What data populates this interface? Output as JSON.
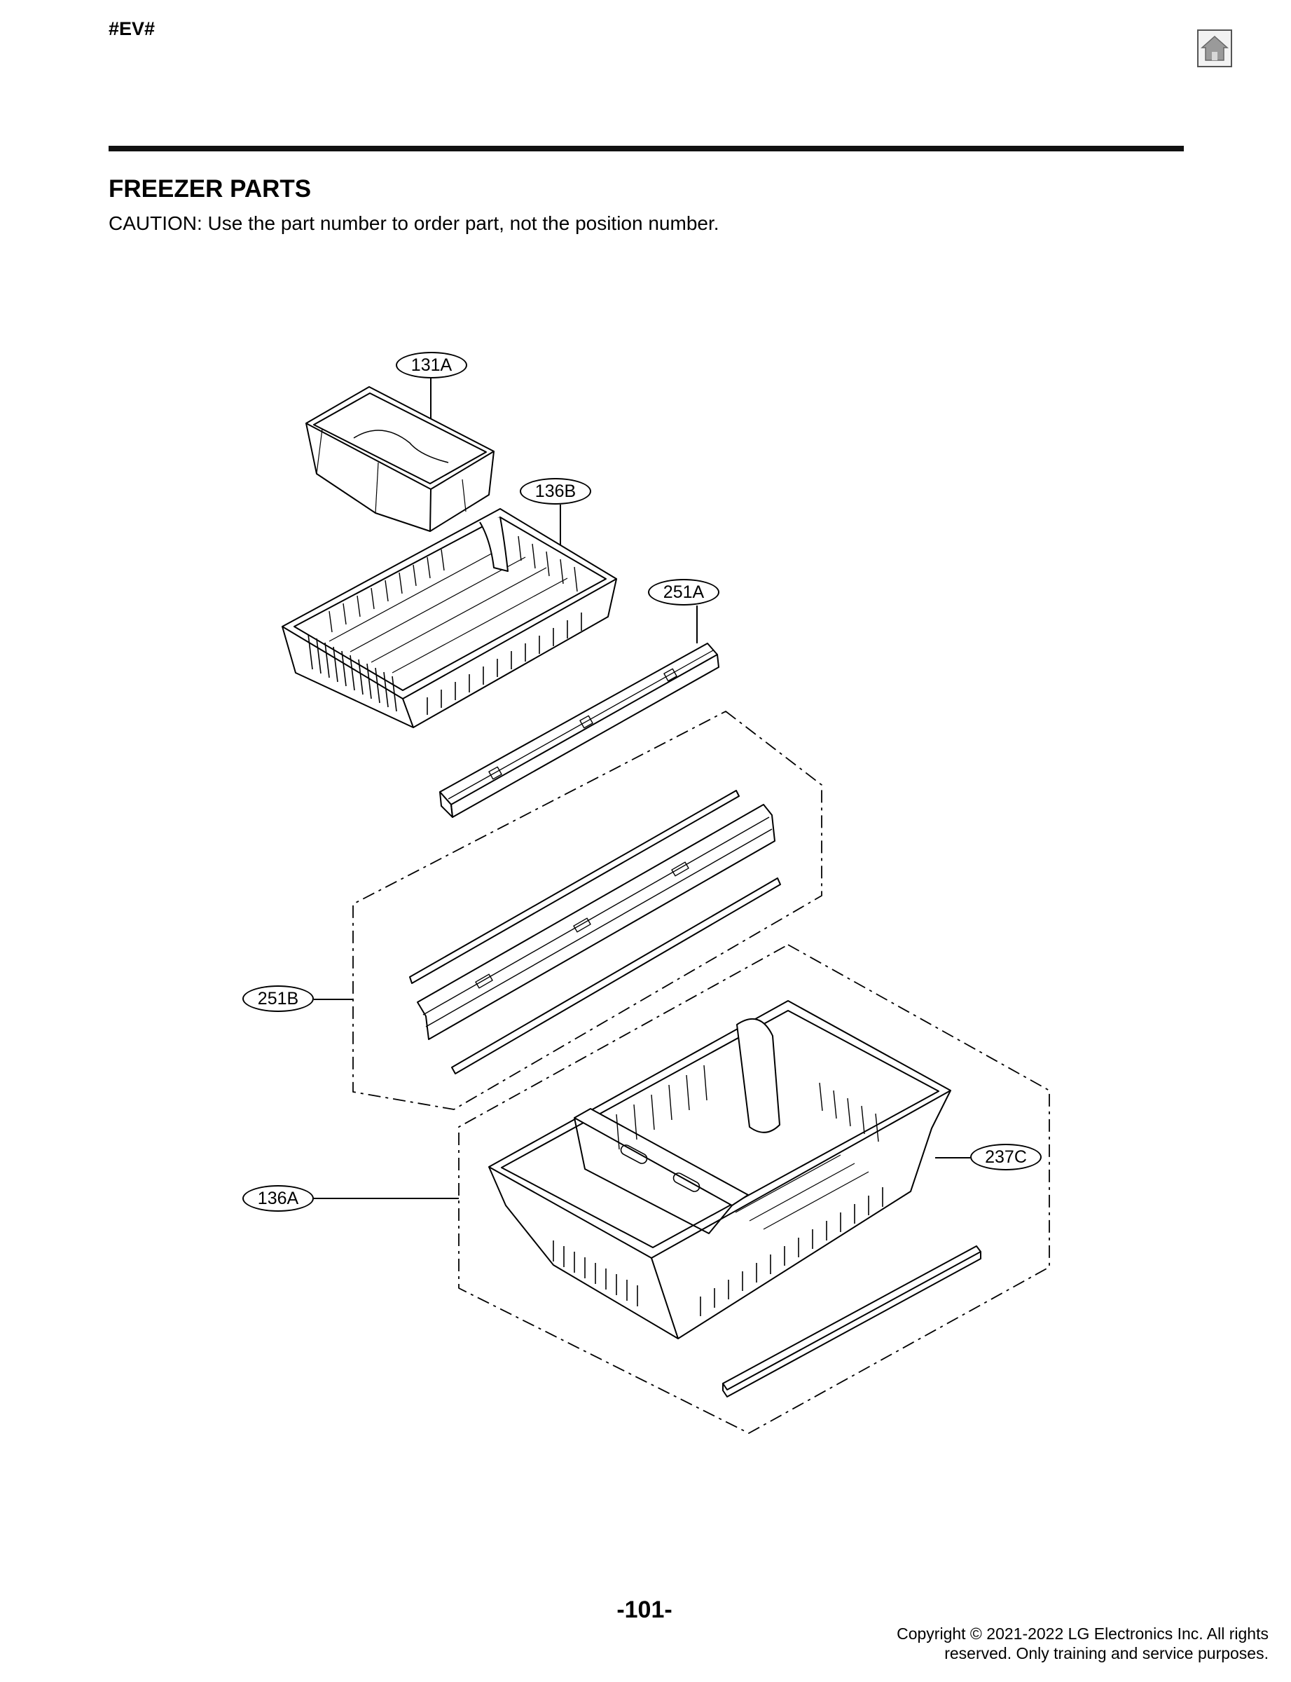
{
  "header": {
    "code": "#EV#",
    "home_icon": "home-icon"
  },
  "page": {
    "title": "FREEZER PARTS",
    "caution": "CAUTION: Use the part number to order part, not the position number.",
    "page_number": "-101-",
    "copyright_line1": "Copyright © 2021-2022 LG Electronics Inc. All rights",
    "copyright_line2": "reserved. Only training and service purposes."
  },
  "callouts": {
    "c131A": "131A",
    "c136B": "136B",
    "c251A": "251A",
    "c251B": "251B",
    "c237C": "237C",
    "c136A": "136A"
  }
}
